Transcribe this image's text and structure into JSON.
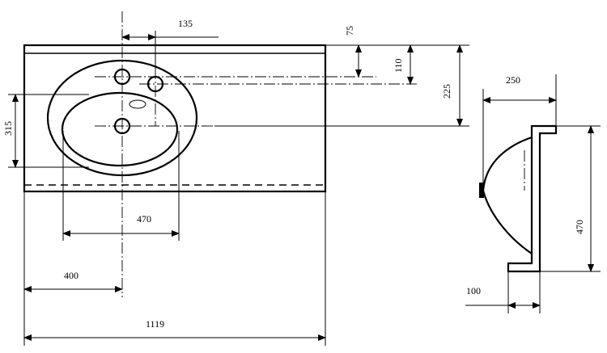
{
  "drawing": {
    "plan_view": {
      "dimensions": {
        "tap_hole_offset": "135",
        "top_to_first_hole": "75",
        "top_to_second_hole": "110",
        "top_to_drain": "225",
        "bowl_depth": "315",
        "bowl_width": "470",
        "edge_to_bowl_axis": "400",
        "overall_length": "1119"
      }
    },
    "side_view": {
      "dimensions": {
        "depth": "250",
        "height": "470",
        "base_width": "100"
      }
    }
  }
}
